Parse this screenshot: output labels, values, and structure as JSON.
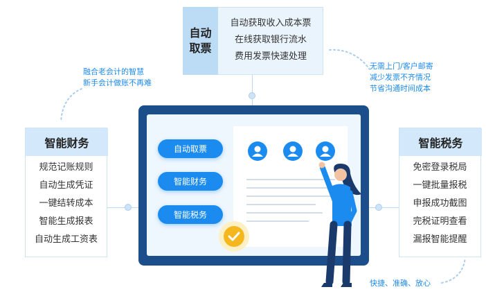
{
  "top": {
    "title_line1": "自动",
    "title_line2": "取票",
    "items": [
      "自动获取收入成本票",
      "在线获取银行流水",
      "费用发票快速处理"
    ]
  },
  "left": {
    "title": "智能财务",
    "items": [
      "规范记账规则",
      "自动生成凭证",
      "一键结转成本",
      "智能生成报表",
      "自动生成工资表"
    ],
    "note": [
      "融合老会计的智慧",
      "新手会计做账不再难"
    ]
  },
  "right": {
    "title": "智能税务",
    "items": [
      "免密登录税局",
      "一键批量报税",
      "申报成功截图",
      "完税证明查看",
      "漏报智能提醒"
    ],
    "note_top": [
      "无需上门/客户邮寄",
      "减少发票不齐情况",
      "节省沟通时间成本"
    ],
    "note_bottom": "快捷、准确、放心"
  },
  "screen": {
    "buttons": [
      "自动取票",
      "智能财务",
      "智能税务"
    ]
  },
  "colors": {
    "accent": "#1b8bef",
    "monitor": "#1c4e8c",
    "card_head": "#d3e8fa"
  }
}
